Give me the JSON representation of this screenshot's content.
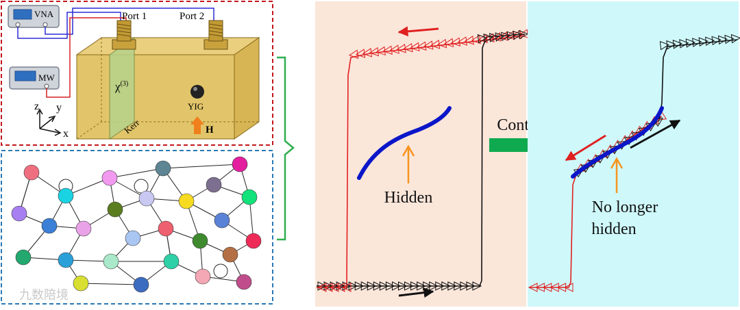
{
  "setup": {
    "vna_label": "VNA",
    "mw_label": "MW",
    "port1_label": "Port 1",
    "port2_label": "Port 2",
    "chi3_base": "χ",
    "chi3_sup": "(3)",
    "kerr_label": "Kerr",
    "yig_label": "YIG",
    "h_label": "H",
    "axis_z": "z",
    "axis_y": "y",
    "axis_x": "x"
  },
  "hysteresis_left": {
    "hidden_label": "Hidden"
  },
  "control": {
    "label": "Control"
  },
  "hysteresis_right": {
    "line1": "No longer",
    "line2": "hidden"
  },
  "watermark": {
    "text": "九数陪境"
  },
  "colors": {
    "top_border": "#c0161c",
    "bottom_border": "#2878b5",
    "bracket": "#2fae4f",
    "left_panel_bg": "#fbe6da",
    "right_panel_bg": "#cff8fa",
    "red_branch": "#e02020",
    "black_branch": "#111111",
    "hidden_curve": "#0b16c8",
    "arrow_orange": "#f7941d",
    "control_arrow": "#0faa50"
  },
  "network": {
    "node_colors": [
      "#ee6f80",
      "#1ad3e2",
      "#f19af0",
      "#5d8593",
      "#e31f9f",
      "#7d6f90",
      "#a77ff1",
      "#3b7fd6",
      "#e9a2e8",
      "#5a7d1f",
      "#c8c8f3",
      "#f6db22",
      "#11e27a",
      "#5a82d6",
      "#a9c6f2",
      "#ee5f6f",
      "#3f8a2f",
      "#ee2a58",
      "#23a86f",
      "#2aa0d8",
      "#a9e8c8",
      "#2fd0a8",
      "#b46f44",
      "#d9df30",
      "#3b6cc0",
      "#f4a7b4",
      "#c04d8b",
      "#19c7c9",
      "#ab6cea",
      "#1fc46a"
    ]
  }
}
